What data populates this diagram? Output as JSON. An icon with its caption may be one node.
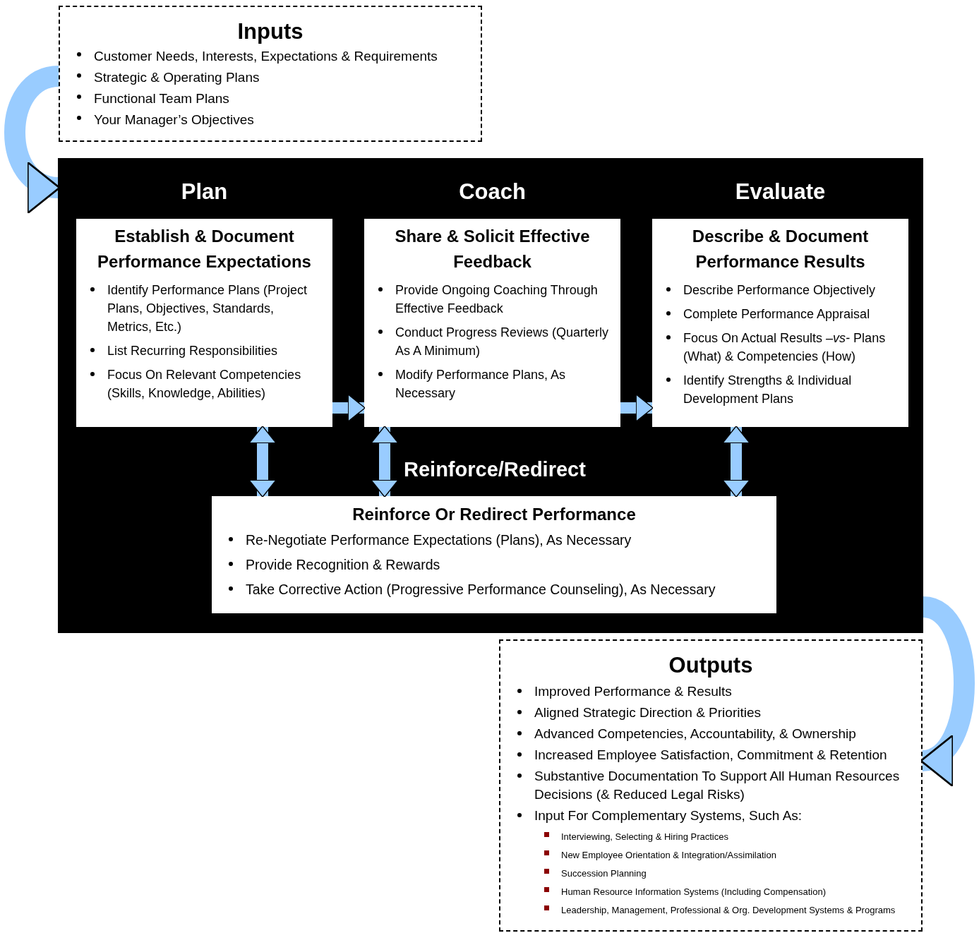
{
  "diagram": {
    "nodes": [
      {
        "text": [
          "Inputs",
          "Customer Needs, Interests, Expectations & Requirements",
          "Strategic & Operating Plans",
          "Functional Team Plans",
          "Your Manager’s Objectives"
        ]
      },
      {
        "text": [],
        "shape": "box"
      },
      {
        "text": [
          "Plan",
          "Establish & Document Performance Expectations",
          "Identify Performance Plans (Project Plans, Objectives, Standards, Metrics, Etc.)",
          "List Recurring Responsibilities",
          "Focus On Relevant Competencies (Skills, Knowledge, Abilities)"
        ],
        "in": 1
      },
      {
        "text": [
          "Coach",
          "Share & Solicit Effective Feedback",
          "Provide Ongoing Coaching Through Effective Feedback",
          "Conduct Progress Reviews (Quarterly As A Minimum)",
          "Modify Performance Plans, As Necessary"
        ],
        "in": 1
      },
      {
        "text": [
          "Evaluate",
          "Describe & Document Performance Results",
          "Describe Performance Objectively",
          "Complete Performance Appraisal",
          "Focus On Actual Results *–vs-* Plans (What) & Competencies (How)",
          "Identify Strengths & Individual Development Plans"
        ],
        "in": 1
      },
      {
        "text": [
          "Reinforce/Redirect",
          "Reinforce Or Redirect Performance",
          "Re-Negotiate Performance Expectations (Plans), As Necessary",
          "Provide Recognition & Rewards",
          "Take Corrective Action (Progressive Performance Counseling), As Necessary"
        ],
        "in": 1
      },
      {
        "text": [
          "Outputs",
          "Improved Performance & Results",
          "Aligned Strategic Direction & Priorities",
          "Advanced Competencies, Accountability, & Ownership",
          "Increased Employee Satisfaction, Commitment & Retention",
          "Substantive Documentation To Support All Human Resources Decisions (& Reduced Legal Risks)",
          "Input For Complementary Systems, Such As:",
          "Interviewing, Selecting & Hiring Practices",
          "New Employee Orientation & Integration/Assimilation",
          "Succession Planning",
          "Human Resource Information Systems (Including Compensation)",
          "Leadership, Management, Professional & Org. Development Systems & Programs"
        ]
      }
    ],
    "edges": [
      {
        "from": 0,
        "to": 1,
        "arrow": "to",
        "style": "thick"
      },
      {
        "from": 2,
        "to": 3,
        "arrow": "to"
      },
      {
        "from": 3,
        "to": 4,
        "arrow": "to"
      },
      {
        "from": 2,
        "to": 5,
        "arrow": "both"
      },
      {
        "from": 3,
        "to": 5,
        "arrow": "both"
      },
      {
        "from": 4,
        "to": 5,
        "arrow": "both"
      },
      {
        "from": 1,
        "to": 6,
        "arrow": "to",
        "style": "thick"
      }
    ]
  }
}
